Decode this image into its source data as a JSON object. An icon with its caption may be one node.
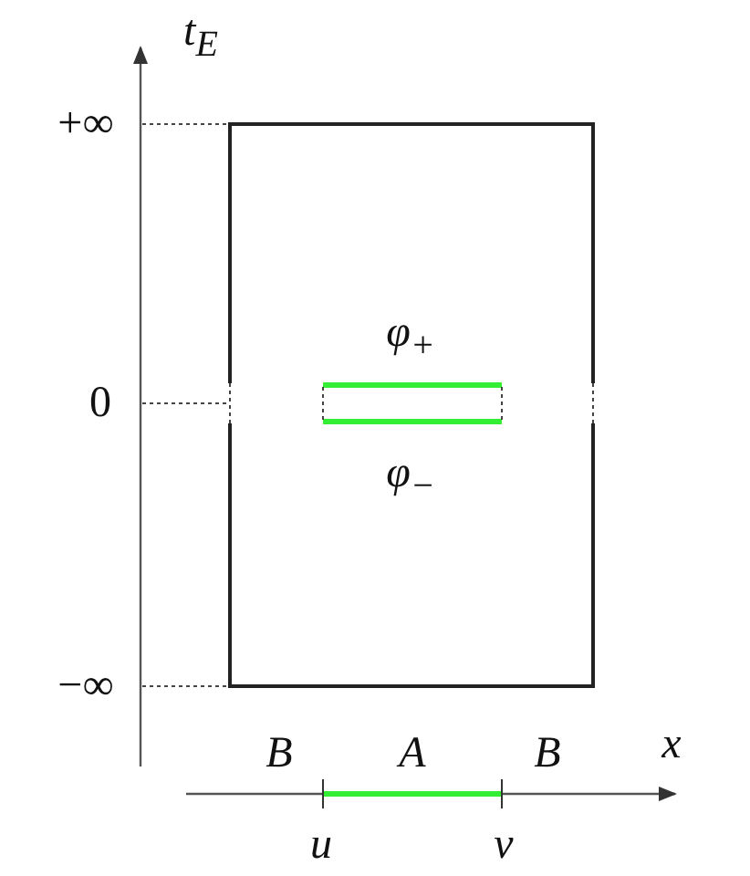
{
  "diagram": {
    "labels": [
      "t$_{E}$",
      "+∞",
      "0",
      "φ$_{+}$",
      "φ$_{−}$",
      "−∞",
      "B",
      "A",
      "B",
      "x",
      "u",
      "v"
    ]
  }
}
